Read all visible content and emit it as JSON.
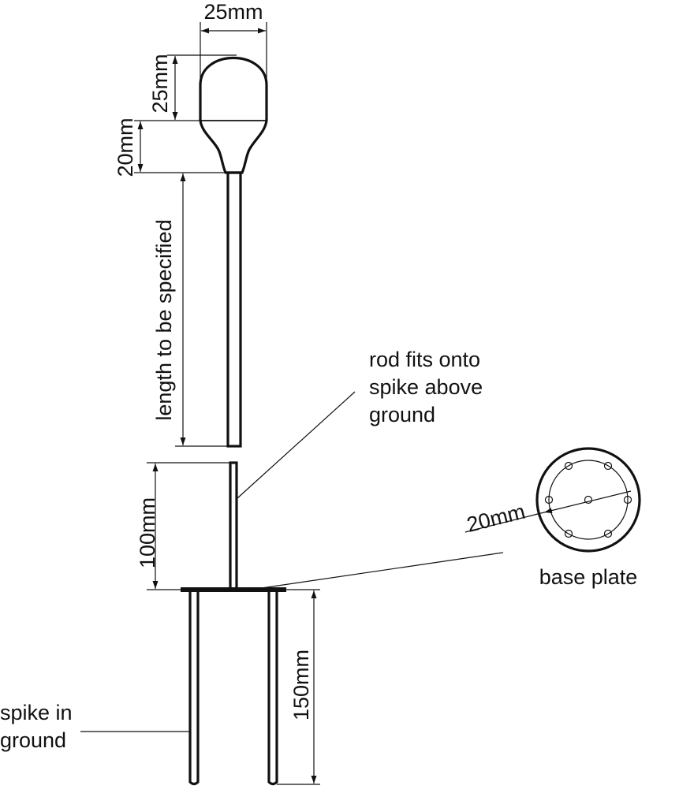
{
  "dimensions": {
    "head_width": "25mm",
    "head_height": "25mm",
    "neck_height": "20mm",
    "rod_length": "length to be specified",
    "stub_height": "100mm",
    "spike_depth": "150mm",
    "plate_hole_spacing": "20mm"
  },
  "callouts": {
    "rod_fits": [
      "rod fits onto",
      "spike above",
      "ground"
    ],
    "spike": [
      "spike in",
      "ground"
    ],
    "base_plate": "base plate"
  }
}
